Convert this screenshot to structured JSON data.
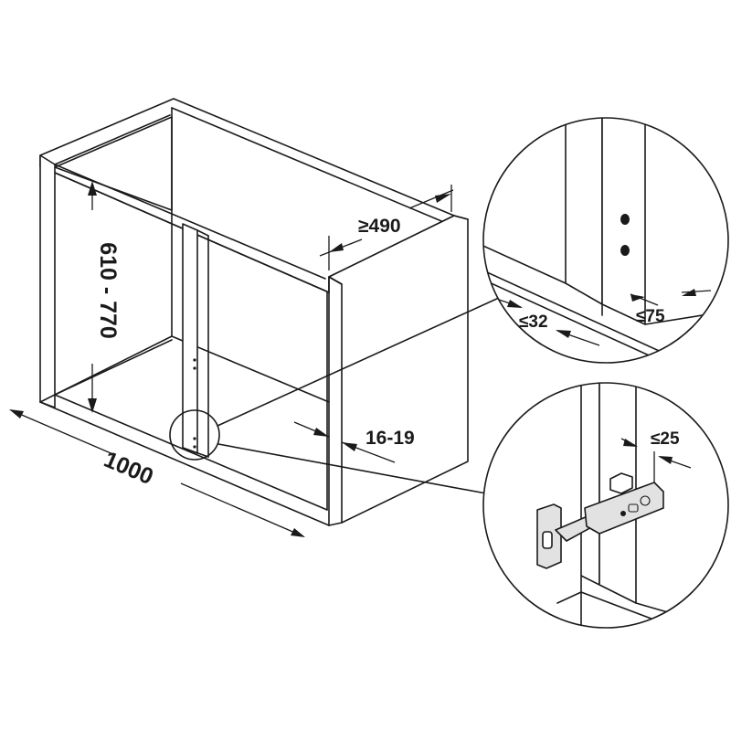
{
  "figure": {
    "dimensions": {
      "width": "1000",
      "height": "610 - 770",
      "depth": "≥490",
      "panel_thickness": "16-19"
    },
    "detail_top": {
      "left_offset": "≤32",
      "right_offset": "≤75"
    },
    "detail_bottom": {
      "hinge_offset": "≤25"
    }
  }
}
